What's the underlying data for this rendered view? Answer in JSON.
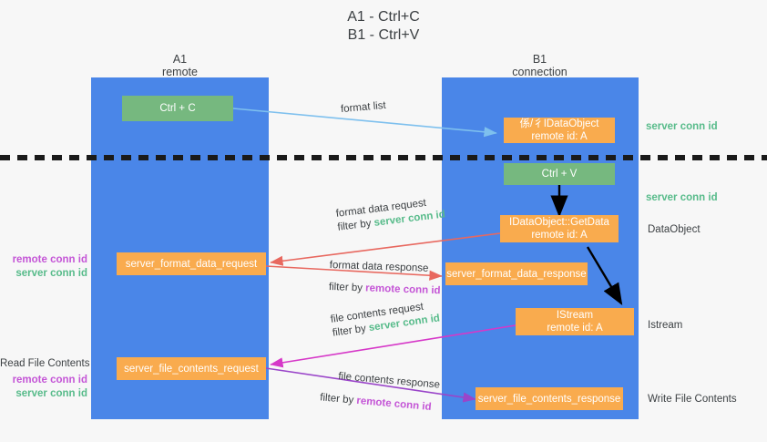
{
  "title": {
    "line1": "A1 - Ctrl+C",
    "line2": "B1 - Ctrl+V"
  },
  "columns": [
    {
      "name": "A1",
      "sub": "remote"
    },
    {
      "name": "B1",
      "sub": "connection"
    }
  ],
  "boxes": {
    "ctrl_c": {
      "line1": "Ctrl + C",
      "line2": "",
      "color": "#76b87f"
    },
    "ctrl_v": {
      "line1": "Ctrl + V",
      "line2": "",
      "color": "#76b87f"
    },
    "idataobject": {
      "line1": "係/彳IDataObject",
      "line2": "remote id: A",
      "color": "#f9ab4e"
    },
    "getdata": {
      "line1": "IDataObject::GetData",
      "line2": "remote id: A",
      "color": "#f9ab4e"
    },
    "istream": {
      "line1": "IStream",
      "line2": "remote id: A",
      "color": "#f9ab4e"
    },
    "server_format_data_request": {
      "line1": "server_format_data_request",
      "line2": "",
      "color": "#f9ab4e"
    },
    "server_format_data_response": {
      "line1": "server_format_data_response",
      "line2": "",
      "color": "#f9ab4e"
    },
    "server_file_contents_request": {
      "line1": "server_file_contents_request",
      "line2": "",
      "color": "#f9ab4e"
    },
    "server_file_contents_response": {
      "line1": "server_file_contents_response",
      "line2": "",
      "color": "#f9ab4e"
    }
  },
  "edge_labels": {
    "format_list": "format list",
    "format_data_request": "format data request",
    "format_data_request_filter_prefix": "filter by ",
    "format_data_request_filter_key": "server conn id",
    "format_data_response": "format data response",
    "format_data_response_filter_prefix": "filter by ",
    "format_data_response_filter_key": "remote conn id",
    "file_contents_request": "file contents request",
    "file_contents_request_filter_prefix": "filter by ",
    "file_contents_request_filter_key": "server conn id",
    "file_contents_response": "file contents response",
    "file_contents_response_filter_prefix": "filter by ",
    "file_contents_response_filter_key": "remote conn id"
  },
  "right_labels": {
    "server_conn_id_top": "server conn id",
    "server_conn_id_mid": "server conn id",
    "dataobject": "DataObject",
    "istream": "Istream",
    "write_file_contents": "Write File Contents"
  },
  "left_labels": {
    "remote_conn_id_1": "remote conn id",
    "server_conn_id_1": "server conn id",
    "read_file_contents": "Read File Contents",
    "remote_conn_id_2": "remote conn id",
    "server_conn_id_2": "server conn id"
  },
  "colors": {
    "lane": "#4a86e8",
    "green_box": "#76b87f",
    "orange_box": "#f9ab4e",
    "green_text": "#57bb8a",
    "purple_text": "#c455d6",
    "arrow_blue": "#7ec0ee",
    "arrow_red": "#e8685f",
    "arrow_magenta": "#d638c8",
    "arrow_purple": "#9a45c9",
    "arrow_black": "#000000",
    "divider": "#1a1a1a",
    "background": "#f7f7f7"
  }
}
